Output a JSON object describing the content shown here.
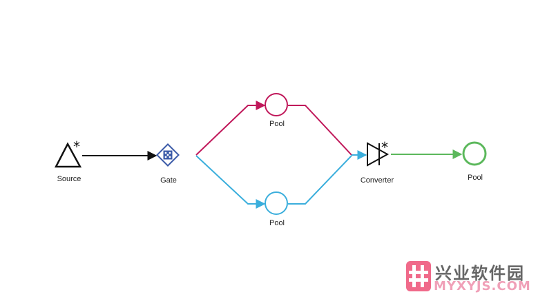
{
  "diagram": {
    "nodes": [
      {
        "id": "source",
        "type": "source",
        "label": "Source",
        "marker": "*"
      },
      {
        "id": "gate",
        "type": "gate",
        "label": "Gate"
      },
      {
        "id": "pool_top",
        "type": "pool",
        "label": "Pool"
      },
      {
        "id": "pool_bottom",
        "type": "pool",
        "label": "Pool"
      },
      {
        "id": "converter",
        "type": "converter",
        "label": "Converter",
        "marker": "*"
      },
      {
        "id": "pool_out",
        "type": "pool",
        "label": "Pool"
      }
    ],
    "edges": [
      {
        "from": "source",
        "to": "gate",
        "color": "#111111"
      },
      {
        "from": "gate",
        "to": "pool_top",
        "color": "#c0185a"
      },
      {
        "from": "pool_top",
        "to": "converter",
        "color": "#c0185a"
      },
      {
        "from": "gate",
        "to": "pool_bottom",
        "color": "#3aaedc"
      },
      {
        "from": "pool_bottom",
        "to": "converter",
        "color": "#3aaedc"
      },
      {
        "from": "converter",
        "to": "pool_out",
        "color": "#5cb85c"
      }
    ],
    "colors": {
      "gate": "#3b5aa8",
      "pool_top": "#c0185a",
      "pool_bottom": "#3aaedc",
      "pool_out": "#5cb85c",
      "source": "#111111",
      "converter": "#111111"
    }
  },
  "watermark": {
    "logo_icon": "hash-icon",
    "logo_color": "#f06a8a",
    "title": "兴业软件园",
    "subtitle": "MYXYJS.COM"
  }
}
